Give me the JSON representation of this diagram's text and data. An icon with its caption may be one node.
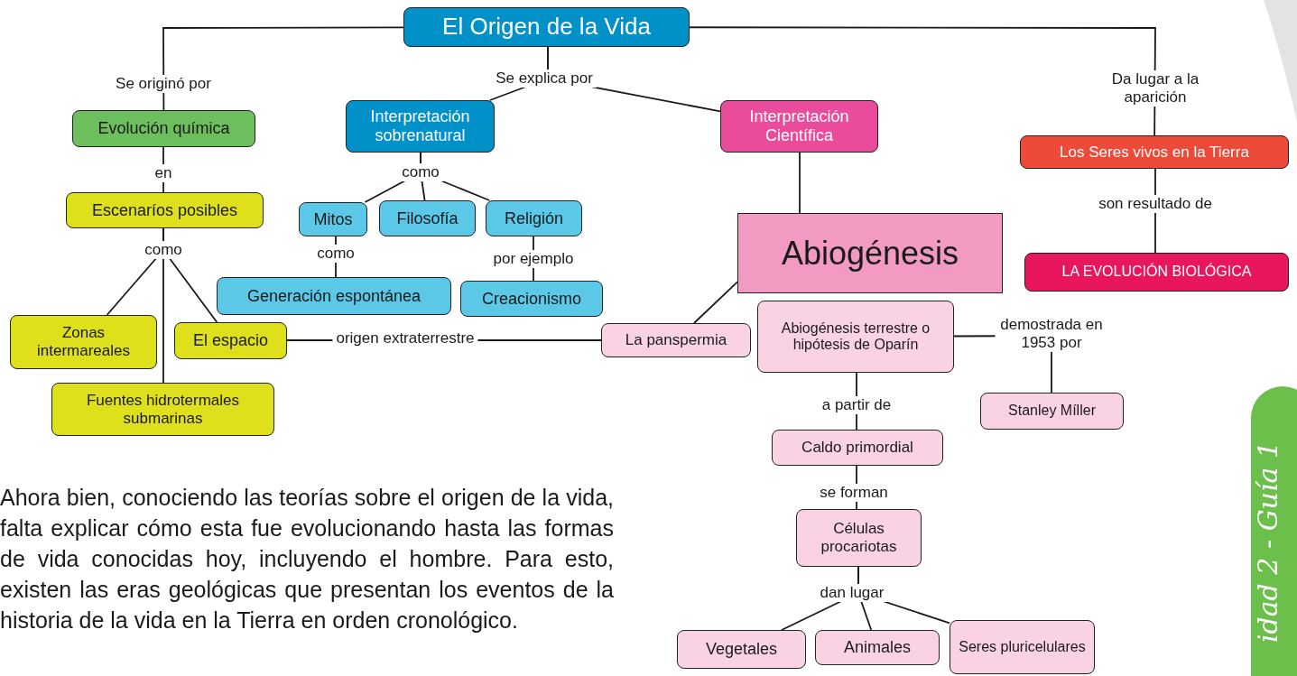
{
  "diagram": {
    "nodes": [
      {
        "text": [
          "El Origen de la Vida"
        ]
      },
      {
        "text": [
          "Evolución química"
        ]
      },
      {
        "text": [
          "Interpretación sobrenatural"
        ]
      },
      {
        "text": [
          "Interpretación Científica"
        ]
      },
      {
        "text": [
          "Los Seres vivos en la Tierra"
        ]
      },
      {
        "text": [
          "Escenaríos posibles"
        ]
      },
      {
        "text": [
          "Mitos"
        ]
      },
      {
        "text": [
          "Filosofía"
        ]
      },
      {
        "text": [
          "Religión"
        ]
      },
      {
        "text": [
          "Abiogénesis"
        ]
      },
      {
        "text": [
          "LA EVOLUCIÓN BIOLÓGICA"
        ]
      },
      {
        "text": [
          "Generación espontánea"
        ]
      },
      {
        "text": [
          "Creacionismo"
        ]
      },
      {
        "text": [
          "Zonas intermareales"
        ]
      },
      {
        "text": [
          "El espacio"
        ]
      },
      {
        "text": [
          "La panspermia"
        ]
      },
      {
        "text": [
          "Abiogénesis terrestre o hipótesis de Oparín"
        ]
      },
      {
        "text": [
          "Stanley Míller"
        ]
      },
      {
        "text": [
          "Fuentes hidrotermales submarinas"
        ]
      },
      {
        "text": [
          "Caldo primordial"
        ]
      },
      {
        "text": [
          "Células procariotas"
        ]
      },
      {
        "text": [
          "Vegetales"
        ]
      },
      {
        "text": [
          "Animales"
        ]
      },
      {
        "text": [
          "Seres pluricelulares"
        ]
      }
    ],
    "edges": [
      {
        "from": 0,
        "to": 1,
        "arrow": "none",
        "label": "Se originó por"
      },
      {
        "from": 0,
        "to": 2,
        "arrow": "none",
        "label": "Se explica por"
      },
      {
        "from": 0,
        "to": 3,
        "arrow": "none"
      },
      {
        "from": 0,
        "to": 4,
        "arrow": "none",
        "label": "Da lugar a la aparición"
      },
      {
        "from": 1,
        "to": 5,
        "arrow": "none",
        "label": "en"
      },
      {
        "from": 2,
        "to": 6,
        "arrow": "none",
        "label": "como"
      },
      {
        "from": 2,
        "to": 7,
        "arrow": "none"
      },
      {
        "from": 2,
        "to": 8,
        "arrow": "none"
      },
      {
        "from": 5,
        "to": 13,
        "arrow": "none",
        "label": "como"
      },
      {
        "from": 5,
        "to": 14,
        "arrow": "none"
      },
      {
        "from": 5,
        "to": 18,
        "arrow": "none"
      },
      {
        "from": 6,
        "to": 11,
        "arrow": "none",
        "label": "como"
      },
      {
        "from": 8,
        "to": 12,
        "arrow": "none",
        "label": "por ejemplo"
      },
      {
        "from": 3,
        "to": 9,
        "arrow": "none"
      },
      {
        "from": 9,
        "to": 15,
        "arrow": "none"
      },
      {
        "from": 14,
        "to": 15,
        "arrow": "none",
        "label": "origen extraterrestre"
      },
      {
        "from": 16,
        "to": 17,
        "arrow": "none",
        "label": "demostrada en 1953 por"
      },
      {
        "from": 16,
        "to": 19,
        "arrow": "none",
        "label": "a partir de"
      },
      {
        "from": 19,
        "to": 20,
        "arrow": "none",
        "label": "se forman"
      },
      {
        "from": 20,
        "to": 21,
        "arrow": "none",
        "label": "dan lugar"
      },
      {
        "from": 20,
        "to": 22,
        "arrow": "none"
      },
      {
        "from": 20,
        "to": 23,
        "arrow": "none"
      },
      {
        "from": 4,
        "to": 10,
        "arrow": "none",
        "label": "son resultado de"
      }
    ],
    "labels": [
      "Ahora bien, conociendo las teorías sobre el origen de la vida, falta explicar cómo esta fue evolucionando hasta las formas de vida conocidas hoy, incluyendo el hombre. Para esto, existen las eras geológicas que presentan los eventos de la historia de la vida en la Tierra en orden cronológico.",
      "idad 2 - Guía 1"
    ]
  }
}
